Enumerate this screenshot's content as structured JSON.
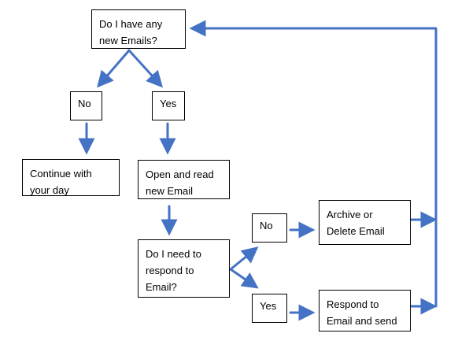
{
  "flowchart": {
    "nodes": {
      "q_new_emails": "Do I have any\nnew Emails?",
      "no_1": "No",
      "yes_1": "Yes",
      "continue_day": "Continue with\nyour day",
      "open_read": "Open and read\nnew Email",
      "q_respond": "Do I need to\nrespond to\nEmail?",
      "no_2": "No",
      "yes_2": "Yes",
      "archive_delete": "Archive or\nDelete Email",
      "respond_send": "Respond to\nEmail and send"
    },
    "edges": [
      {
        "from": "q_new_emails",
        "to": "no_1"
      },
      {
        "from": "q_new_emails",
        "to": "yes_1"
      },
      {
        "from": "no_1",
        "to": "continue_day"
      },
      {
        "from": "yes_1",
        "to": "open_read"
      },
      {
        "from": "open_read",
        "to": "q_respond"
      },
      {
        "from": "q_respond",
        "to": "no_2"
      },
      {
        "from": "q_respond",
        "to": "yes_2"
      },
      {
        "from": "no_2",
        "to": "archive_delete"
      },
      {
        "from": "yes_2",
        "to": "respond_send"
      },
      {
        "from": "archive_delete",
        "to": "q_new_emails"
      },
      {
        "from": "respond_send",
        "to": "q_new_emails"
      }
    ],
    "connector_color": "#4472C4",
    "box_border_color": "#000000"
  }
}
